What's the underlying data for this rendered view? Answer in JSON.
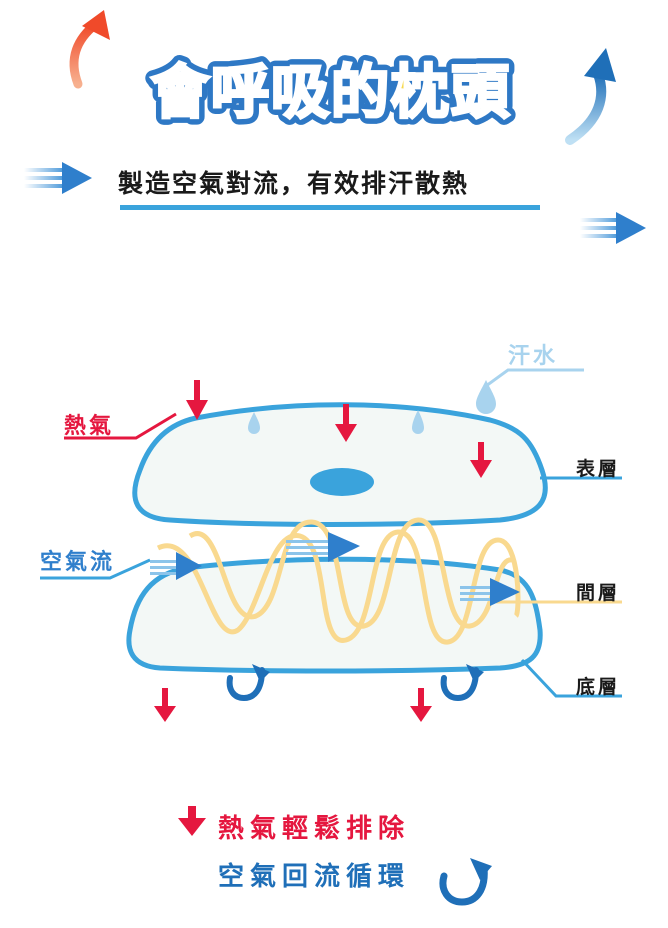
{
  "header": {
    "title": "會呼吸的枕頭",
    "subtitle": "製造空氣對流，有效排汗散熱"
  },
  "diagram": {
    "sweat_label": "汗水",
    "heat_label": "熱氣",
    "airflow_label": "空氣流",
    "top_layer_label": "表層",
    "middle_layer_label": "間層",
    "bottom_layer_label": "底層"
  },
  "legend": {
    "heat_release": "熱氣輕鬆排除",
    "air_circulation": "空氣回流循環"
  },
  "colors": {
    "red": "#e5173f",
    "blue": "#3aa3dc",
    "dark_blue": "#1f6fb8",
    "light_blue": "#a8d3ee",
    "yellow": "#f9d98f",
    "title_yellow": "#f7d84a",
    "title_blue": "#2e78c5",
    "orange": "#f2663a"
  }
}
